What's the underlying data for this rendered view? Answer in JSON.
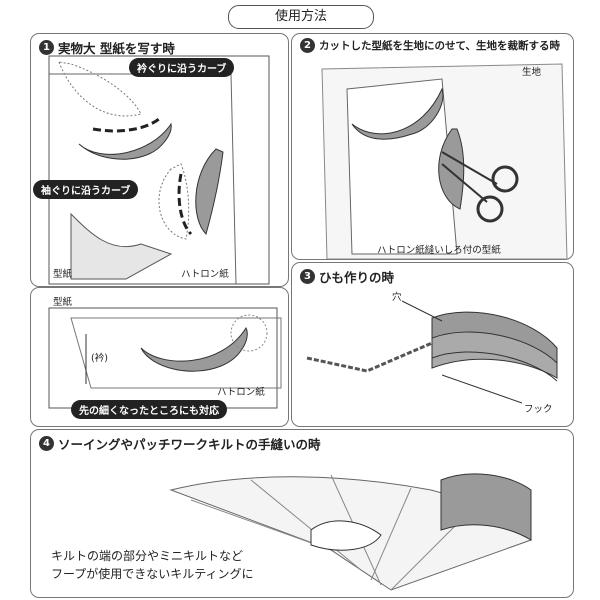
{
  "header": {
    "title": "使用方法"
  },
  "panel1": {
    "number": "1",
    "title": "実物大 型紙を写す時",
    "callout_collar": "衿ぐりに沿うカーブ",
    "callout_armhole": "袖ぐりに沿うカーブ",
    "label_pattern": "型紙",
    "label_tracing": "ハトロン紙"
  },
  "panel1b": {
    "label_pattern": "型紙",
    "label_seam": "(衿)",
    "label_tracing": "ハトロン紙",
    "callout_tip": "先の細くなったところにも対応"
  },
  "panel2": {
    "number": "2",
    "title": "カットした型紙を生地にのせて、生地を裁断する時",
    "label_fabric": "生地",
    "label_pattern": "ハトロン紙縫いしろ付の型紙"
  },
  "panel3": {
    "number": "3",
    "title": "ひも作りの時",
    "label_hole": "穴",
    "label_hook": "フック"
  },
  "panel4": {
    "number": "4",
    "title": "ソーイングやパッチワークキルトの手縫いの時",
    "caption_line1": "キルトの端の部分やミニキルトなど",
    "caption_line2": "フープが使用できないキルティングに"
  },
  "colors": {
    "tool_fill": "#9a9a9a",
    "line": "#444444",
    "accent": "#222222"
  }
}
